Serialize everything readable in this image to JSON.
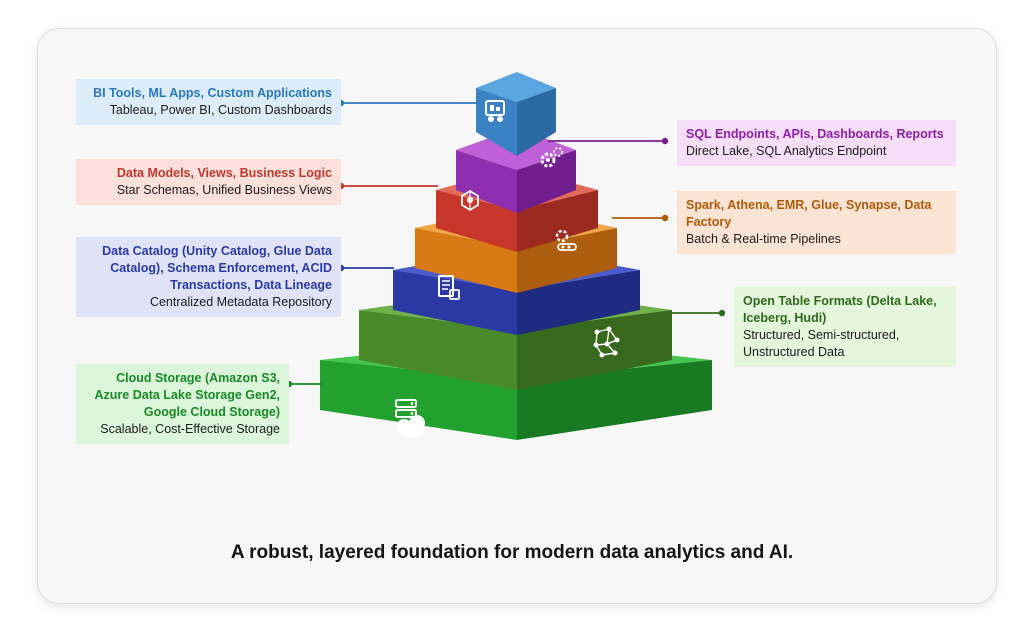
{
  "caption": "A robust, layered foundation for modern data analytics and AI.",
  "layers": [
    {
      "id": "bi-tools",
      "side": "left",
      "title": "BI Tools, ML Apps, Custom Applications",
      "subtitle": "Tableau, Power BI, Custom Dashboards",
      "colors": {
        "front": "#3a82c4",
        "side": "#2c6aa4",
        "top": "#5aa6e0",
        "bg": "#dcecf8",
        "text": "#2c78c0",
        "line": "#2c78c0"
      },
      "icon": "dashboard-apps-icon"
    },
    {
      "id": "sql-endpoints",
      "side": "right",
      "title": "SQL Endpoints, APIs, Dashboards, Reports",
      "subtitle": "Direct Lake, SQL Analytics Endpoint",
      "colors": {
        "front": "#8e2fb0",
        "side": "#701e8e",
        "top": "#c060d8",
        "bg": "#f6def8",
        "text": "#8e1fa8",
        "line": "#7a1f90"
      },
      "icon": "api-gears-icon"
    },
    {
      "id": "data-models",
      "side": "left",
      "title": "Data Models, Views, Business Logic",
      "subtitle": "Star Schemas, Unified Business Views",
      "colors": {
        "front": "#c6362a",
        "side": "#9c2a20",
        "top": "#e36b5a",
        "bg": "#fbe0dc",
        "text": "#c2382c",
        "line": "#c2382c"
      },
      "icon": "data-model-icon"
    },
    {
      "id": "processing",
      "side": "right",
      "title": "Spark, Athena, EMR, Glue, Synapse, Data Factory",
      "subtitle": "Batch & Real-time Pipelines",
      "colors": {
        "front": "#d77a16",
        "side": "#ad5e0e",
        "top": "#f0a548",
        "bg": "#fce4d4",
        "text": "#b05a08",
        "line": "#b05a08"
      },
      "icon": "pipeline-icon"
    },
    {
      "id": "catalog",
      "side": "left",
      "title": "Data Catalog (Unity Catalog, Glue Data Catalog), Schema Enforcement, ACID Transactions, Data Lineage",
      "subtitle": "Centralized Metadata Repository",
      "colors": {
        "front": "#2a39a4",
        "side": "#1f2a82",
        "top": "#4d5ccc",
        "bg": "#e0e2f8",
        "text": "#2a3aa8",
        "line": "#2a3aa8"
      },
      "icon": "catalog-document-icon"
    },
    {
      "id": "table-formats",
      "side": "right",
      "title": "Open Table Formats (Delta Lake, Iceberg, Hudi)",
      "subtitle": "Structured, Semi-structured, Unstructured Data",
      "colors": {
        "front": "#4a8a2a",
        "side": "#37691e",
        "top": "#72b04a",
        "bg": "#e4f6dc",
        "text": "#2f6a1c",
        "line": "#2f6a1c"
      },
      "icon": "table-network-icon"
    },
    {
      "id": "storage",
      "side": "left",
      "title": "Cloud Storage (Amazon S3, Azure Data Lake Storage Gen2, Google Cloud Storage)",
      "subtitle": "Scalable, Cost-Effective Storage",
      "colors": {
        "front": "#22a12e",
        "side": "#187a22",
        "top": "#46c650",
        "bg": "#dcf6dc",
        "text": "#1a8a26",
        "line": "#1a8a26"
      },
      "icon": "cloud-server-icon"
    }
  ]
}
